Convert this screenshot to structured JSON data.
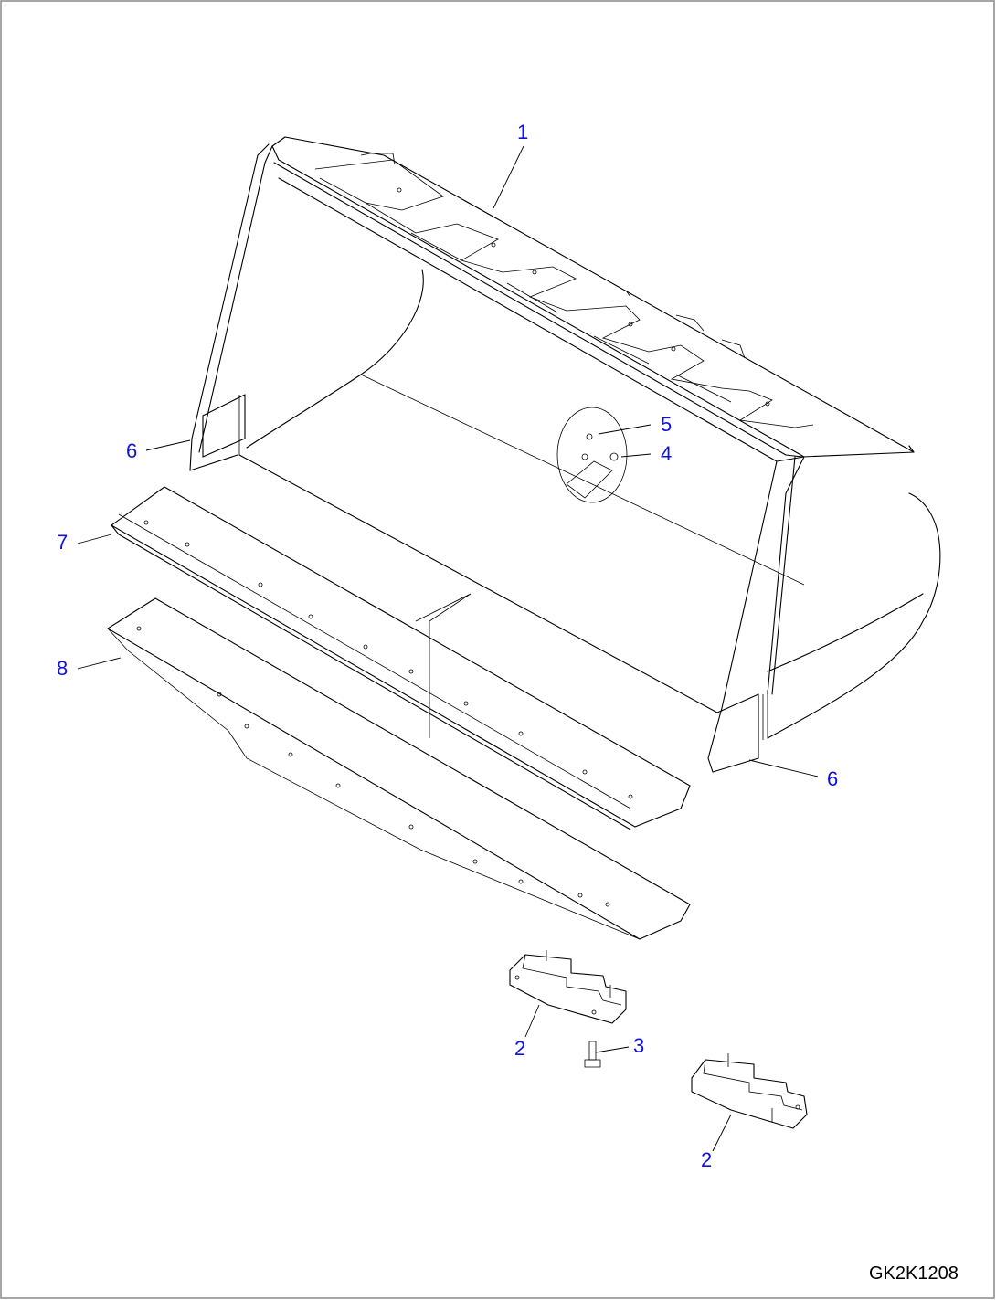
{
  "drawing": {
    "code": "GK2K1208",
    "callouts": {
      "bucket": "1",
      "shroud_left": "2",
      "shroud_right": "2",
      "bolt": "3",
      "bolt_nut": "4",
      "washer": "5",
      "side_cutter_left": "6",
      "side_cutter_right": "6",
      "cutting_edge": "7",
      "bolt_on_edge": "8"
    },
    "colors": {
      "callout": "#1010e0",
      "line": "#000000",
      "frame": "#888888"
    }
  }
}
